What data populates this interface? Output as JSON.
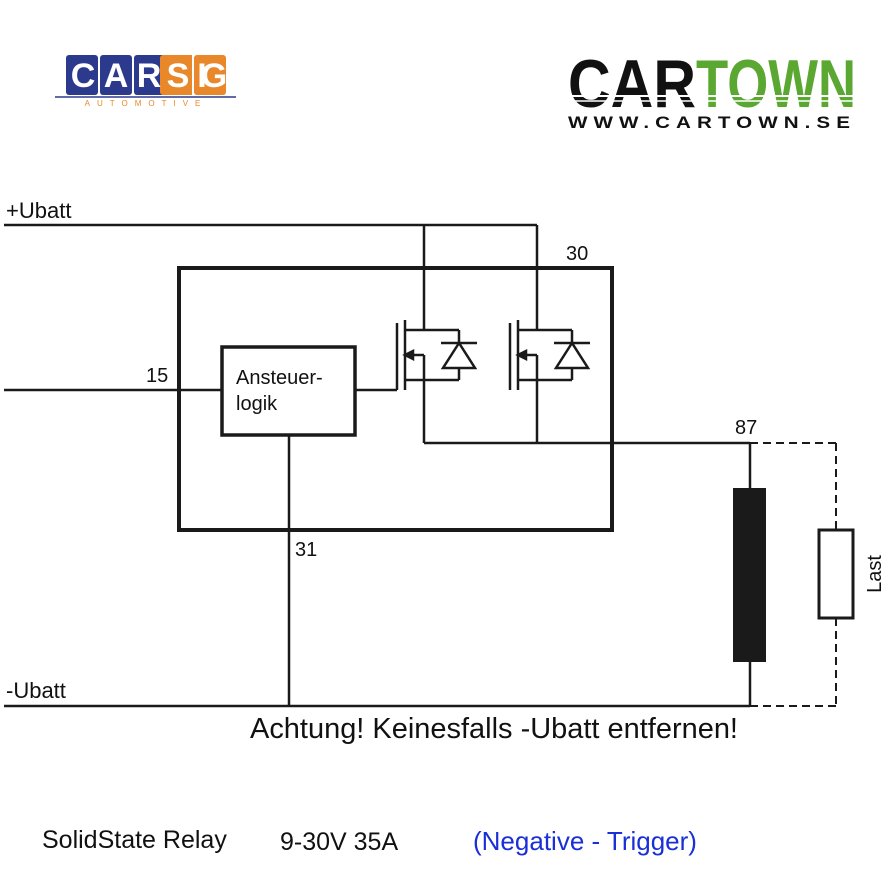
{
  "logos": {
    "carsig": {
      "word_part1": "CAR",
      "word_part2": "SIG",
      "tagline": "AUTOMOTIVE",
      "colors": {
        "blue": "#2b3a8c",
        "orange": "#e8882a"
      }
    },
    "cartown": {
      "word_part1": "CAR",
      "word_part2": "TOWN",
      "url": "WWW.CARTOWN.SE",
      "colors": {
        "black": "#111111",
        "green": "#5aa832"
      }
    }
  },
  "diagram": {
    "rails": {
      "positive": "+Ubatt",
      "negative": "-Ubatt"
    },
    "terminals": {
      "t30": "30",
      "t15": "15",
      "t31": "31",
      "t87": "87"
    },
    "logic_block": {
      "line1": "Ansteuer-",
      "line2": "logik"
    },
    "load": {
      "label": "Last"
    },
    "warning": "Achtung! Keinesfalls -Ubatt entfernen!"
  },
  "caption": {
    "product": "SolidState Relay",
    "spec": "9-30V 35A",
    "trigger": "(Negative - Trigger)",
    "trigger_color": "#1a2fd6"
  }
}
